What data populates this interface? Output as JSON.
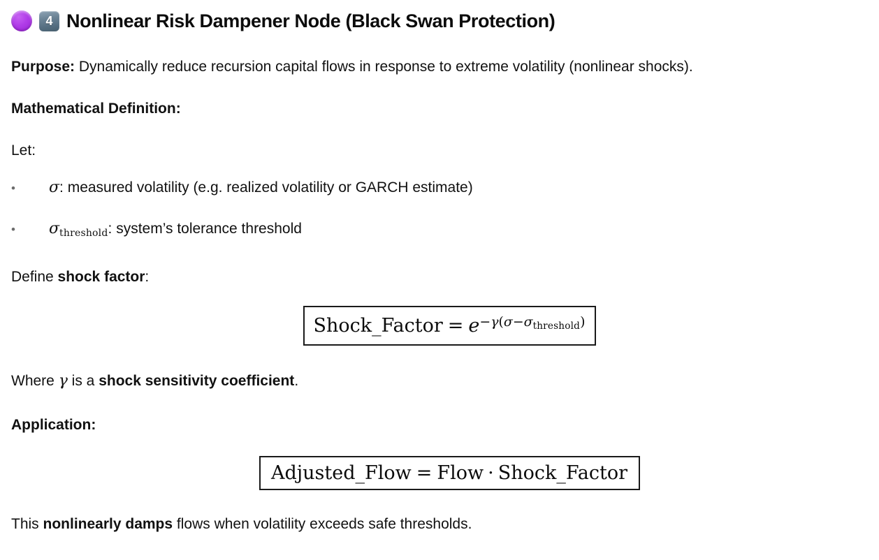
{
  "document": {
    "background_color": "#ffffff",
    "text_color": "#111111"
  },
  "header": {
    "circle_icon": "purple-circle-emoji",
    "circle_color": "#b03ce8",
    "keycap_icon": "keycap-digit-four-emoji",
    "keycap_digit": "4",
    "keycap_color": "#6d8597",
    "title": "Nonlinear Risk Dampener Node (Black Swan Protection)"
  },
  "purpose": {
    "label": "Purpose:",
    "text": "Dynamically reduce recursion capital flows in response to extreme volatility (nonlinear shocks)."
  },
  "math_definition": {
    "heading": "Mathematical Definition:",
    "let_label": "Let:",
    "bullets": [
      {
        "symbol": "σ",
        "subscript": "",
        "description": ": measured volatility (e.g. realized volatility or GARCH estimate)"
      },
      {
        "symbol": "σ",
        "subscript": "threshold",
        "description": ": system’s tolerance threshold"
      }
    ]
  },
  "define_line": {
    "prefix": "Define ",
    "bold": "shock factor",
    "suffix": ":"
  },
  "formula_1": {
    "name": "shock-factor-formula",
    "latex": "Shock\\_Factor = e^{-\\gamma(\\sigma - \\sigma_{threshold})}",
    "lhs": "Shock_Factor",
    "operator": "=",
    "base": "e",
    "exponent_sign": "−",
    "exponent_gamma": "γ",
    "exponent_open": "(",
    "exponent_sigma": "σ",
    "exponent_minus": "−",
    "exponent_sigma2": "σ",
    "exponent_sub": "threshold",
    "exponent_close": ")"
  },
  "where_line": {
    "prefix": "Where ",
    "symbol": "γ",
    "middle": " is a ",
    "bold": "shock sensitivity coefficient",
    "suffix": "."
  },
  "application": {
    "heading": "Application:"
  },
  "formula_2": {
    "name": "adjusted-flow-formula",
    "latex": "Adjusted\\_Flow = Flow \\cdot Shock\\_Factor",
    "lhs": "Adjusted_Flow",
    "operator": "=",
    "term1": "Flow",
    "dot": "·",
    "term2": "Shock_Factor"
  },
  "final_line": {
    "prefix": "This ",
    "bold": "nonlinearly damps",
    "suffix": " flows when volatility exceeds safe thresholds."
  }
}
